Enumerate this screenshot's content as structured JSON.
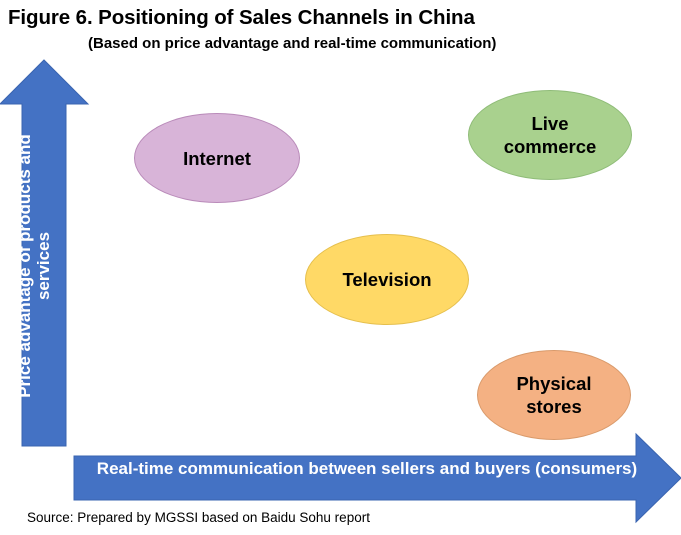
{
  "title": "Figure 6. Positioning of Sales Channels in China",
  "subtitle": "(Based on price advantage and real-time communication)",
  "axes": {
    "y_label": "Price advantage of products and services",
    "x_label": "Real-time communication between sellers and buyers (consumers)",
    "color": "#4472c4"
  },
  "channels": [
    {
      "label": "Internet",
      "color": "#d8b4d8"
    },
    {
      "label": "Live commerce",
      "color": "#a9d18e"
    },
    {
      "label": "Television",
      "color": "#ffd966"
    },
    {
      "label": "Physical stores",
      "color": "#f4b183"
    }
  ],
  "source": "Source: Prepared by MGSSI based on Baidu Sohu report"
}
